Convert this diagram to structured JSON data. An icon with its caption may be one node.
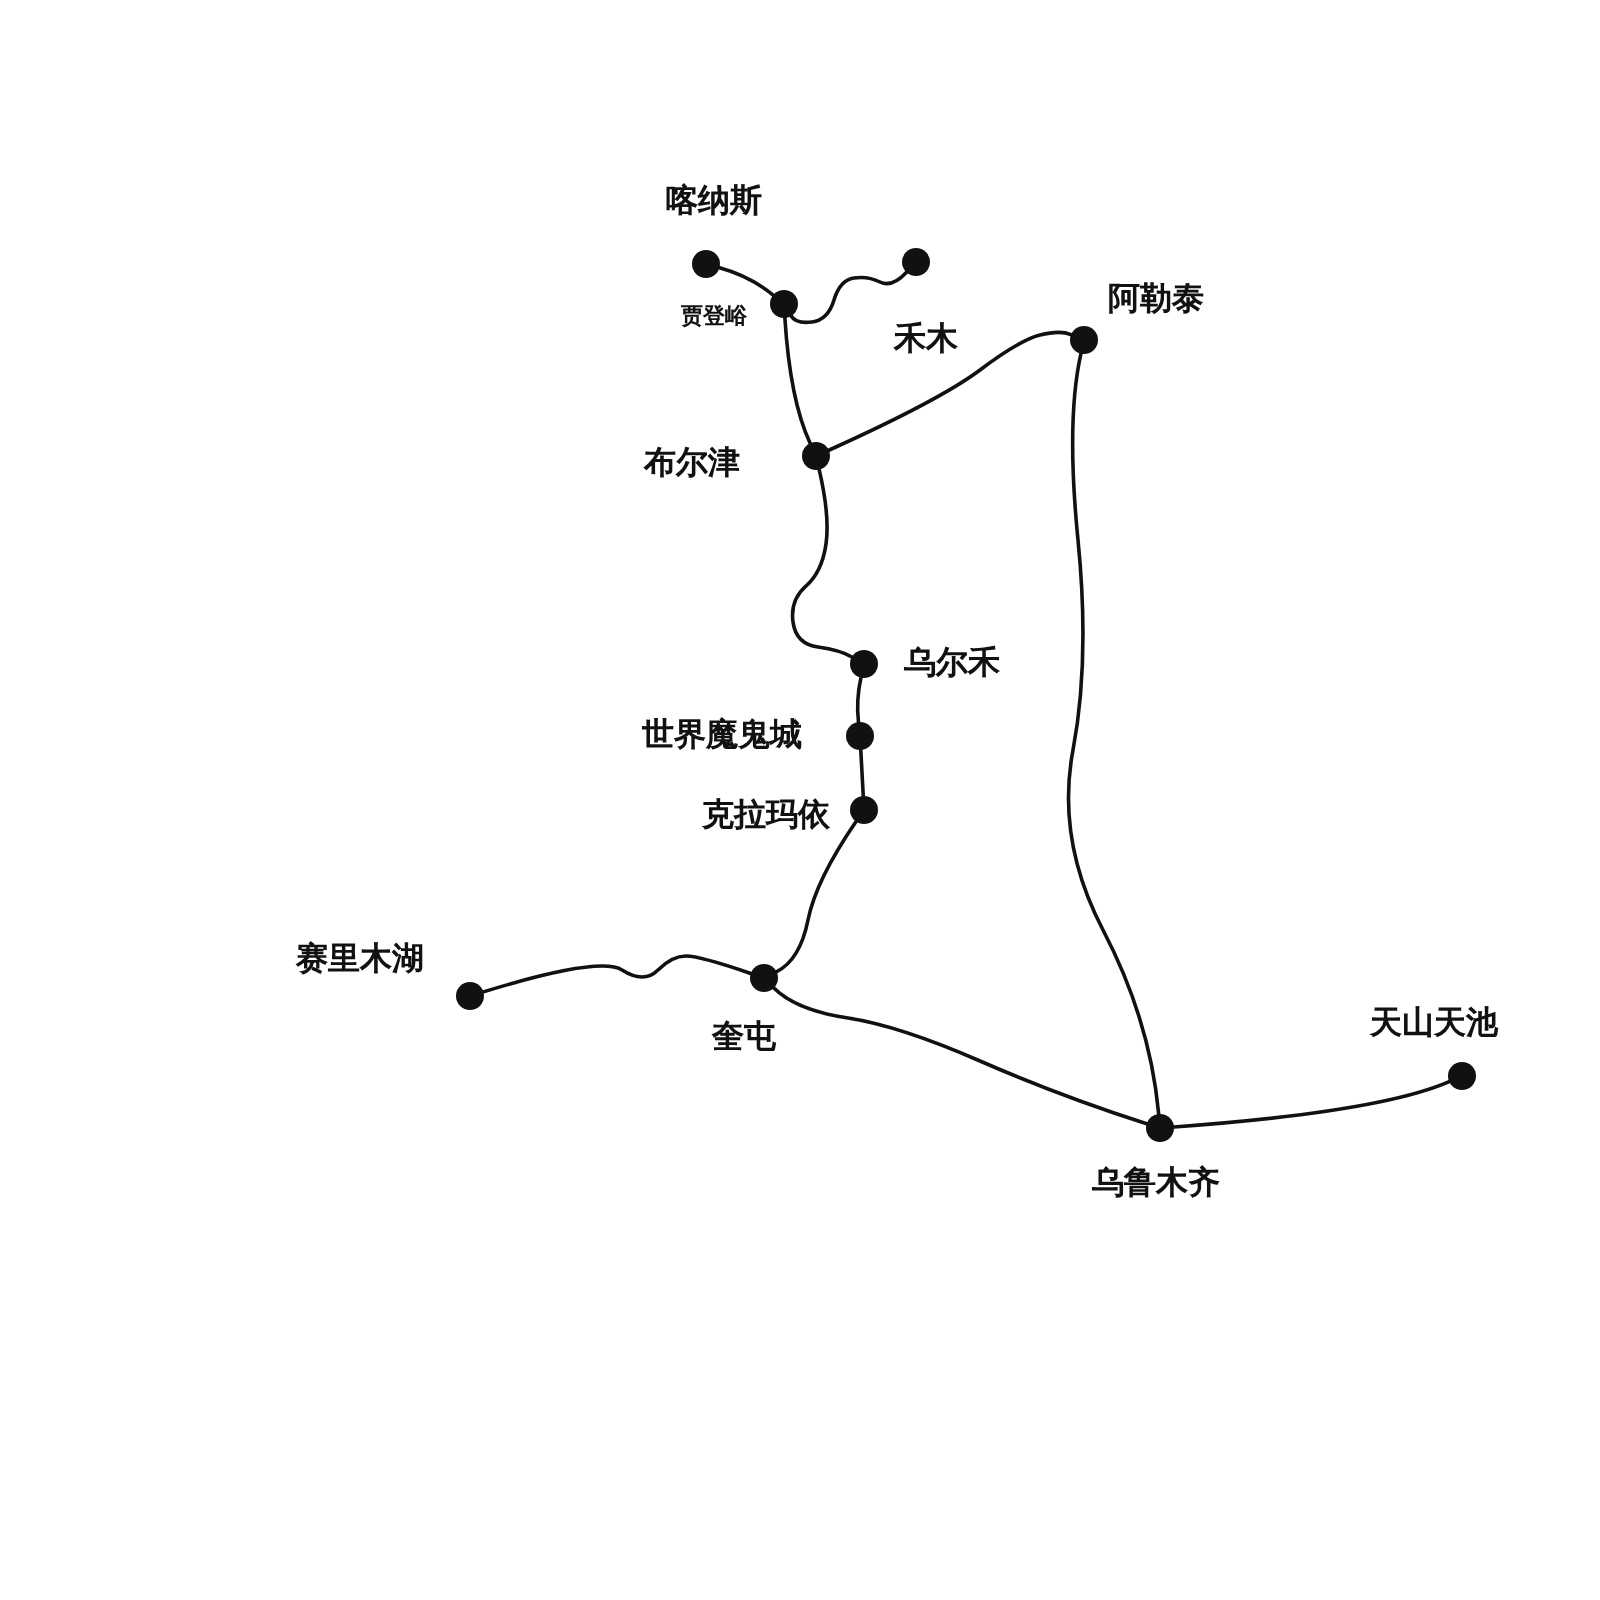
{
  "diagram": {
    "nodes": [
      {
        "text": [],
        "shape": "circle",
        "beside": [
          "喀纳斯"
        ]
      },
      {
        "text": [],
        "shape": "circle",
        "beside": [
          "贾登峪"
        ]
      },
      {
        "text": [],
        "shape": "circle",
        "beside": [
          "禾木"
        ]
      },
      {
        "text": [],
        "shape": "circle",
        "beside": [
          "阿勒泰"
        ]
      },
      {
        "text": [],
        "shape": "circle",
        "beside": [
          "布尔津"
        ]
      },
      {
        "text": [],
        "shape": "circle",
        "beside": [
          "乌尔禾"
        ]
      },
      {
        "text": [],
        "shape": "circle",
        "beside": [
          "世界魔鬼城"
        ]
      },
      {
        "text": [],
        "shape": "circle",
        "beside": [
          "克拉玛依"
        ]
      },
      {
        "text": [],
        "shape": "circle",
        "beside": [
          "赛里木湖"
        ]
      },
      {
        "text": [],
        "shape": "circle",
        "beside": [
          "奎屯"
        ]
      },
      {
        "text": [],
        "shape": "circle",
        "beside": [
          "乌鲁木齐"
        ]
      },
      {
        "text": [],
        "shape": "circle",
        "beside": [
          "天山天池"
        ]
      }
    ],
    "edges": [
      {
        "from": 0,
        "to": 1,
        "arrow": "none"
      },
      {
        "from": 1,
        "to": 2,
        "arrow": "none"
      },
      {
        "from": 1,
        "to": 4,
        "arrow": "none"
      },
      {
        "from": 4,
        "to": 3,
        "arrow": "none"
      },
      {
        "from": 4,
        "to": 5,
        "arrow": "none"
      },
      {
        "from": 5,
        "to": 6,
        "arrow": "none"
      },
      {
        "from": 6,
        "to": 7,
        "arrow": "none"
      },
      {
        "from": 7,
        "to": 9,
        "arrow": "none"
      },
      {
        "from": 8,
        "to": 9,
        "arrow": "none"
      },
      {
        "from": 9,
        "to": 10,
        "arrow": "none"
      },
      {
        "from": 3,
        "to": 10,
        "arrow": "none"
      },
      {
        "from": 10,
        "to": 11,
        "arrow": "none"
      }
    ]
  }
}
